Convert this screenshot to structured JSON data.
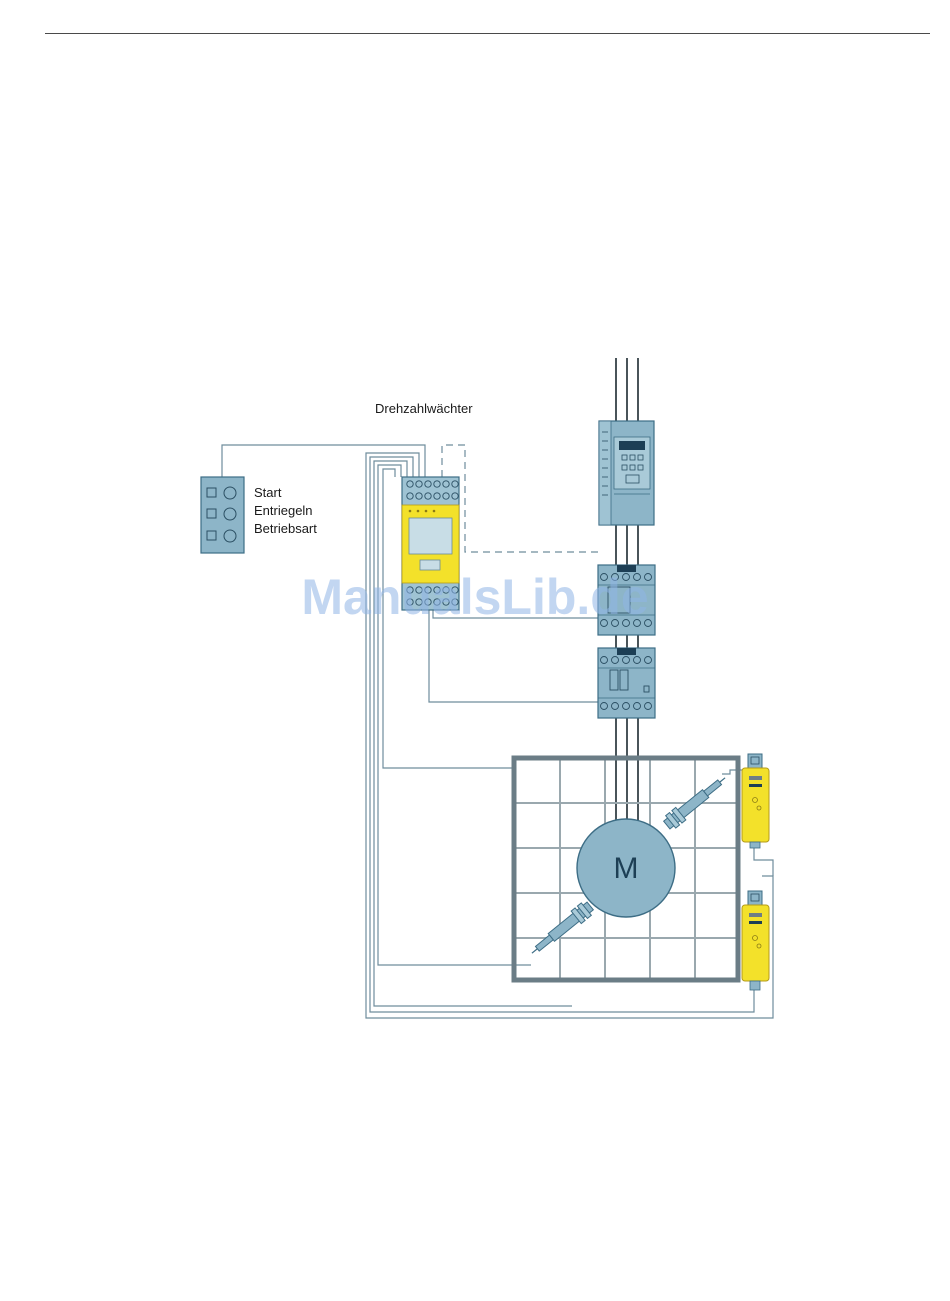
{
  "diagram": {
    "speed_monitor_label": "Drehzahlwächter",
    "control_panel_labels": [
      "Start",
      "Entriegeln",
      "Betriebsart"
    ],
    "motor_label": "M",
    "watermark": "ManualsLib.de"
  },
  "colors": {
    "device_blue": "#8db5c8",
    "device_stroke": "#3d6d85",
    "safety_yellow": "#f3e12a",
    "wire": "#6f8d9c",
    "guard_frame": "#6b7d86"
  }
}
